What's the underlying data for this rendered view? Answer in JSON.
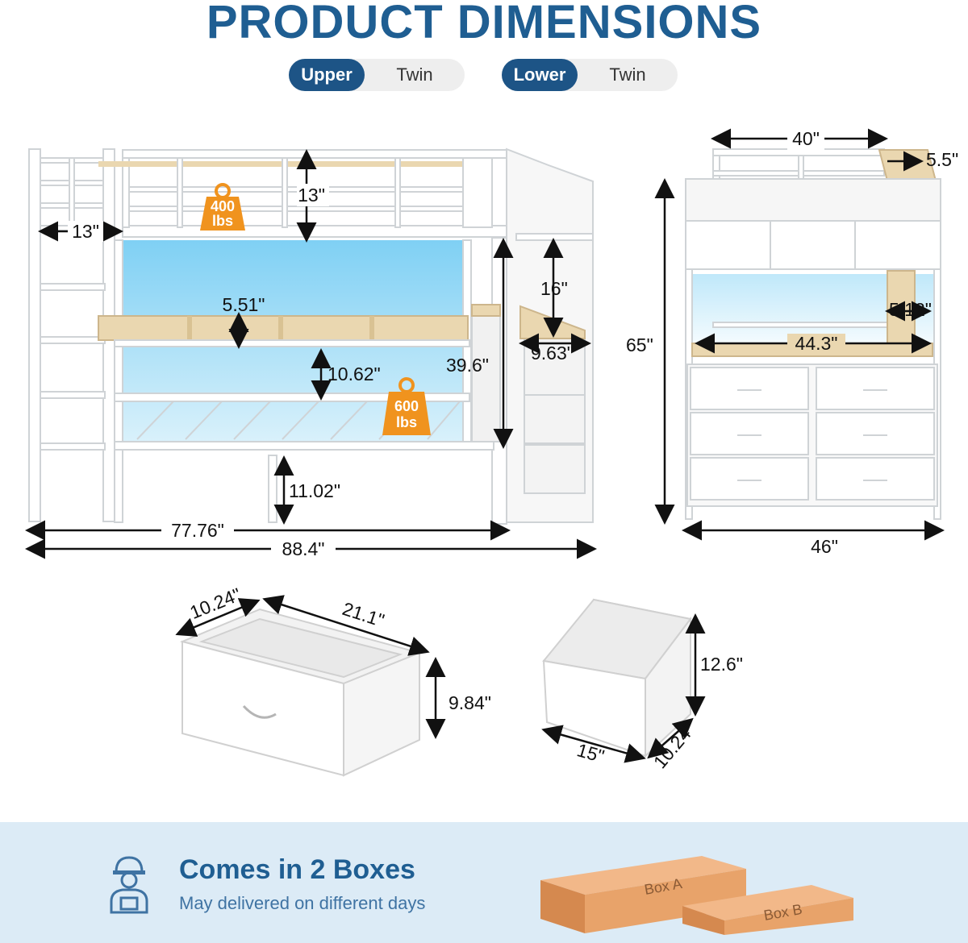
{
  "title": "PRODUCT DIMENSIONS",
  "pills": [
    {
      "key": "Upper",
      "value": "Twin"
    },
    {
      "key": "Lower",
      "value": "Twin"
    }
  ],
  "weights": {
    "upper": {
      "value": "400",
      "unit": "lbs"
    },
    "lower": {
      "value": "600",
      "unit": "lbs"
    }
  },
  "bed_dims": {
    "guard_height": "13\"",
    "ladder_width": "13\"",
    "shelf_height": "5.51\"",
    "desk_clearance": "10.62\"",
    "step_height": "16\"",
    "step_depth": "9.63\"",
    "bunk_height": "39.6\"",
    "floor_clearance": "11.02\"",
    "inner_length": "77.76\"",
    "total_length": "88.4\""
  },
  "side_dims": {
    "top_width": "40\"",
    "top_rail": "5.5\"",
    "shelf_depth": "5.12\"",
    "desk_width": "44.3\"",
    "total_height": "65\"",
    "total_width": "46\""
  },
  "drawer_dims": {
    "depth": "10.24\"",
    "length": "21.1\"",
    "height": "9.84\""
  },
  "bin_dims": {
    "height": "12.6\"",
    "width": "15\"",
    "depth": "10.24\""
  },
  "boxes": {
    "label_a": "Box A",
    "label_b": "Box B"
  },
  "banner": {
    "headline": "Comes in 2 Boxes",
    "subline": "May delivered on different days"
  },
  "colors": {
    "brand": "#1f5e92",
    "pill_dark": "#1d5486",
    "badge": "#f0931e",
    "wood": "#ead7b0",
    "led": "#63c1ec",
    "banner_bg": "#dcebf6",
    "box": "#e8a36a"
  }
}
